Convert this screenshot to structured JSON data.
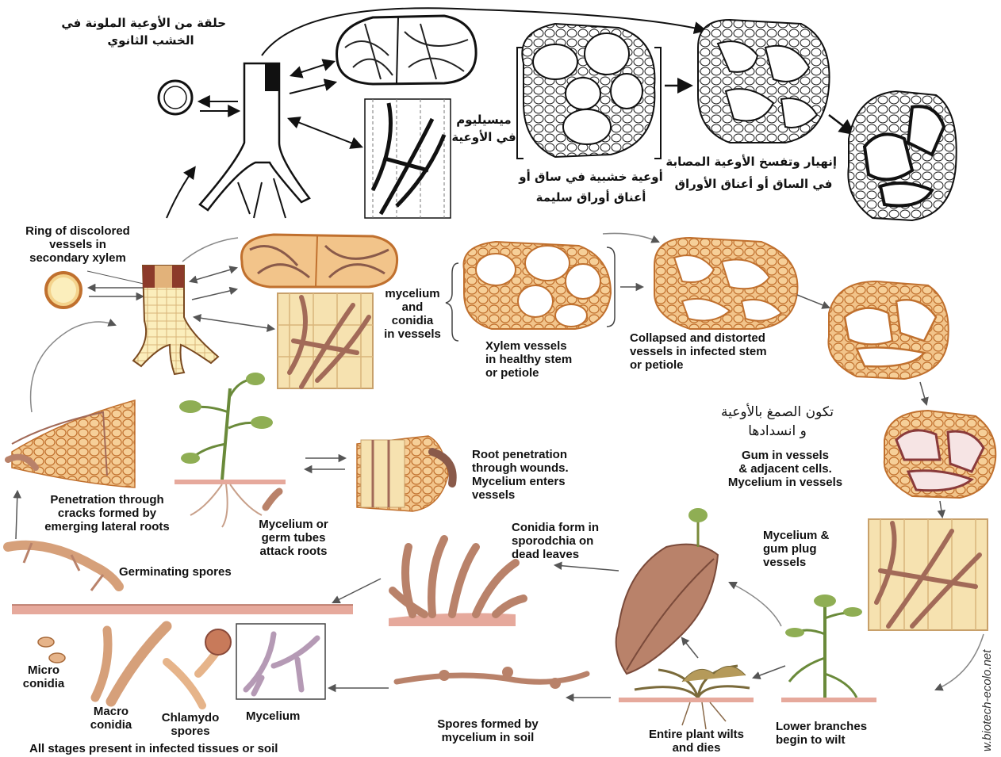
{
  "arabic": {
    "ring_line1": "حلقة من الأوعية الملونة في",
    "ring_line2": "الخشب الثانوي",
    "mycelium": "ميسيليوم",
    "in_vessels": "في الأوعية",
    "healthy_line1": "أوعية خشبية في ساق أو",
    "healthy_line2": "أعناق أوراق سليمة",
    "collapse_line1": "إنهيار وتفسخ الأوعية المصابة",
    "collapse_line2": "في الساق أو أعناق الأوراق",
    "gum_line1": "تكون الصمغ بالأوعية",
    "gum_line2": "و انسدادها"
  },
  "labels": {
    "ring": [
      "Ring of discolored",
      "vessels in",
      "secondary xylem"
    ],
    "mycelium_conidia": [
      "mycelium",
      "and",
      "conidia",
      "in vessels"
    ],
    "xylem_healthy": [
      "Xylem vessels",
      "in healthy stem",
      "or petiole"
    ],
    "collapsed": [
      "Collapsed and distorted",
      "vessels in infected stem",
      "or petiole"
    ],
    "gum": [
      "Gum in vessels",
      "& adjacent cells.",
      "Mycelium in vessels"
    ],
    "root_penetration": [
      "Root penetration",
      "through wounds.",
      "Mycelium enters",
      "vessels"
    ],
    "penetration_cracks": [
      "Penetration through",
      "cracks formed by",
      "emerging lateral roots"
    ],
    "mycelium_germ": [
      "Mycelium or",
      "germ tubes",
      "attack roots"
    ],
    "germinating": [
      "Germinating spores"
    ],
    "conidia_form": [
      "Conidia form in",
      "sporodchia on",
      "dead leaves"
    ],
    "gum_plug": [
      "Mycelium &",
      "gum plug",
      "vessels"
    ],
    "micro": [
      "Micro",
      "conidia"
    ],
    "macro": [
      "Macro",
      "conidia"
    ],
    "chlamydo": [
      "Chlamydo",
      "spores"
    ],
    "mycelium_box": [
      "Mycelium"
    ],
    "spores_soil": [
      "Spores formed by",
      "mycelium in soil"
    ],
    "entire_wilt": [
      "Entire plant wilts",
      "and dies"
    ],
    "lower_branches": [
      "Lower branches",
      "begin to wilt"
    ],
    "all_stages": [
      "All stages present in infected  tissues or soil"
    ]
  },
  "watermark": "w.biotech-ecolo.net",
  "colors": {
    "cell_fill": "#f2c48a",
    "cell_edge": "#c0702e",
    "vessel_fill": "#ffffff",
    "stem_fill": "#fbeebc",
    "fungus": "#b9826a",
    "soil": "#e6a99c",
    "ink": "#111111"
  }
}
